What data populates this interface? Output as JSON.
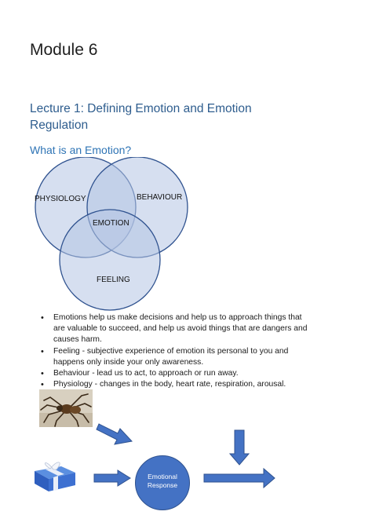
{
  "module_title": "Module 6",
  "lecture_title": "Lecture 1: Defining Emotion and Emotion Regulation",
  "section_heading": "What is an Emotion?",
  "venn": {
    "physiology": "PHYSIOLOGY",
    "behaviour": "BEHAVIOUR",
    "emotion": "EMOTION",
    "feeling": "FEELING"
  },
  "bullets": [
    "Emotions help us make decisions and help us to approach things that are valuable to succeed, and help us avoid things that are dangers and causes harm.",
    "Feeling - subjective experience of emotion its personal to you and happens only inside your only awareness.",
    "Behaviour - lead us to act, to approach or run away.",
    "Physiology - changes in the body, heart rate, respiration, arousal."
  ],
  "diagram": {
    "response_label": "Emotional Response"
  },
  "colors": {
    "lecture_title": "#2e5d8e",
    "section_heading": "#2e74b5",
    "arrow_fill": "#4472c4",
    "circle_fill": "#4472c4"
  }
}
